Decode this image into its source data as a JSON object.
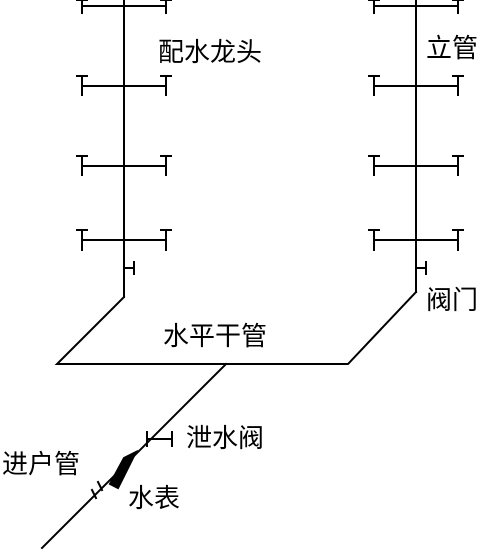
{
  "labels": {
    "faucet": "配水龙头",
    "riser": "立管",
    "valve": "阀门",
    "horizontal_main": "水平干管",
    "drain_valve": "泄水阀",
    "inlet_pipe": "进户管",
    "water_meter": "水表"
  },
  "colors": {
    "line": "#000000",
    "background": "#ffffff"
  }
}
